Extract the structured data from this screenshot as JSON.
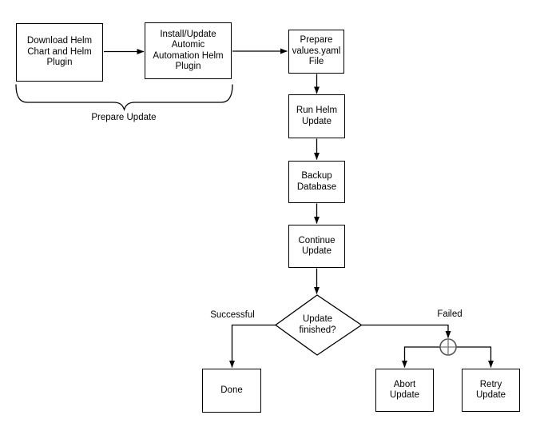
{
  "nodes": {
    "download": {
      "label": "Download Helm\nChart and Helm\nPlugin"
    },
    "install": {
      "label": "Install/Update\nAutomic\nAutomation Helm\nPlugin"
    },
    "prepare_values": {
      "label": "Prepare\nvalues.yaml\nFile"
    },
    "run_helm": {
      "label": "Run Helm\nUpdate"
    },
    "backup": {
      "label": "Backup\nDatabase"
    },
    "continue": {
      "label": "Continue\nUpdate"
    },
    "decision": {
      "label": "Update\nfinished?"
    },
    "done": {
      "label": "Done"
    },
    "abort": {
      "label": "Abort\nUpdate"
    },
    "retry": {
      "label": "Retry\nUpdate"
    }
  },
  "edge_labels": {
    "successful": "Successful",
    "failed": "Failed"
  },
  "brace_label": "Prepare Update",
  "colors": {
    "background": "#ffffff",
    "line": "#000000",
    "box_border": "#000000",
    "text": "#000000",
    "junction": "#555555"
  }
}
